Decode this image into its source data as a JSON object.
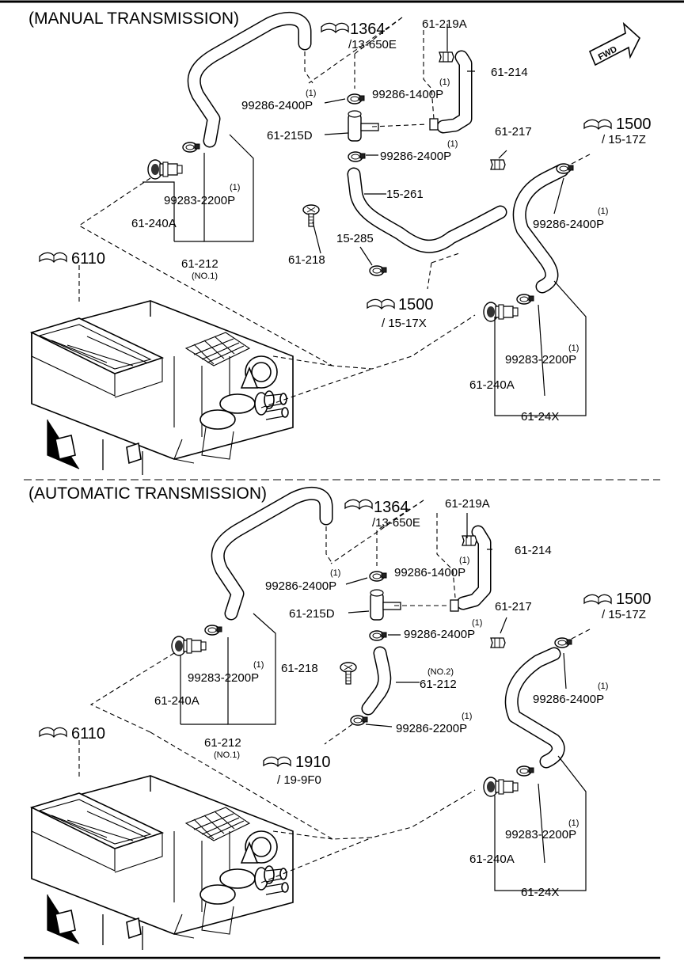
{
  "sections": [
    {
      "id": "manual",
      "title": "(MANUAL TRANSMISSION)",
      "labels": {
        "ref_1364": "1364",
        "ref_1364_sub": "/13-650E",
        "p_61_219A": "61-219A",
        "p_61_214": "61-214",
        "p_99286_1400P": "99286-1400P",
        "q_99286_1400P": "(1)",
        "p_99286_2400P_a": "99286-2400P",
        "q_99286_2400P_a": "(1)",
        "p_61_215D": "61-215D",
        "p_99286_2400P_b": "99286-2400P",
        "q_99286_2400P_b": "(1)",
        "ref_1500_top": "1500",
        "ref_1500_top_sub": "/ 15-17Z",
        "p_61_217": "61-217",
        "p_15_261": "15-261",
        "p_99286_2400P_c": "99286-2400P",
        "q_99286_2400P_c": "(1)",
        "p_99283_2200P_l": "99283-2200P",
        "q_99283_2200P_l": "(1)",
        "p_61_240A_l": "61-240A",
        "p_61_218": "61-218",
        "p_15_285": "15-285",
        "p_61_212": "61-212",
        "p_61_212_no": "(NO.1)",
        "ref_6110": "6110",
        "ref_1500_mid": "1500",
        "ref_1500_mid_sub": "/ 15-17X",
        "p_99283_2200P_r": "99283-2200P",
        "q_99283_2200P_r": "(1)",
        "p_61_240A_r": "61-240A",
        "p_61_24X": "61-24X",
        "fwd": "FWD"
      }
    },
    {
      "id": "automatic",
      "title": "(AUTOMATIC TRANSMISSION)",
      "labels": {
        "ref_1364": "1364",
        "ref_1364_sub": "/13-650E",
        "p_61_219A": "61-219A",
        "p_61_214": "61-214",
        "p_99286_1400P": "99286-1400P",
        "q_99286_1400P": "(1)",
        "p_99286_2400P_a": "99286-2400P",
        "q_99286_2400P_a": "(1)",
        "p_61_215D": "61-215D",
        "p_99286_2400P_b": "99286-2400P",
        "q_99286_2400P_b": "(1)",
        "ref_1500_top": "1500",
        "ref_1500_top_sub": "/ 15-17Z",
        "p_61_217": "61-217",
        "p_61_218": "61-218",
        "p_61_212_no2": "61-212",
        "q_61_212_no2": "(NO.2)",
        "p_99286_2200P": "99286-2200P",
        "q_99286_2200P": "(1)",
        "p_99283_2200P_l": "99283-2200P",
        "q_99283_2200P_l": "(1)",
        "p_61_240A_l": "61-240A",
        "p_61_212": "61-212",
        "p_61_212_no": "(NO.1)",
        "p_99286_2400P_c": "99286-2400P",
        "q_99286_2400P_c": "(1)",
        "ref_6110": "6110",
        "ref_1910": "1910",
        "ref_1910_sub": "/ 19-9F0",
        "p_99283_2200P_r": "99283-2200P",
        "q_99283_2200P_r": "(1)",
        "p_61_240A_r": "61-240A",
        "p_61_24X": "61-24X"
      }
    }
  ]
}
